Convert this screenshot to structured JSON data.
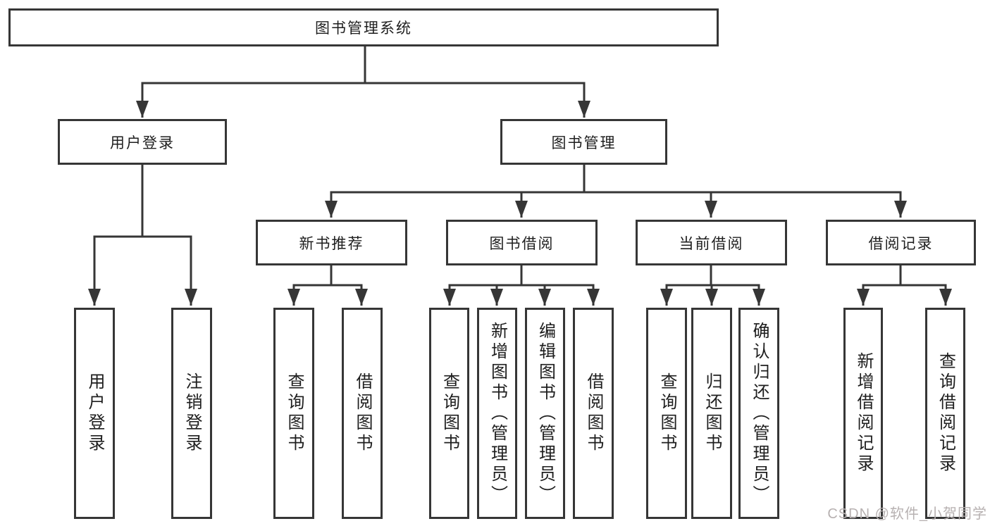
{
  "diagram": {
    "root": {
      "label": "图书管理系统"
    },
    "branches": [
      {
        "label": "用户登录",
        "children": [
          {
            "label": "用户登录"
          },
          {
            "label": "注销登录"
          }
        ]
      },
      {
        "label": "图书管理",
        "children": [
          {
            "label": "新书推荐",
            "children": [
              {
                "label": "查询图书"
              },
              {
                "label": "借阅图书"
              }
            ]
          },
          {
            "label": "图书借阅",
            "children": [
              {
                "label": "查询图书"
              },
              {
                "label": "新增图书（管理员）"
              },
              {
                "label": "编辑图书（管理员）"
              },
              {
                "label": "借阅图书"
              }
            ]
          },
          {
            "label": "当前借阅",
            "children": [
              {
                "label": "查询图书"
              },
              {
                "label": "归还图书"
              },
              {
                "label": "确认归还（管理员）"
              }
            ]
          },
          {
            "label": "借阅记录",
            "children": [
              {
                "label": "新增借阅记录"
              },
              {
                "label": "查询借阅记录"
              }
            ]
          }
        ]
      }
    ],
    "watermark": "CSDN @软件_小贺同学",
    "colors": {
      "line": "#363636",
      "box_border": "#363636",
      "text": "#1e1e1e",
      "watermark": "#b7b1b1",
      "background": "#ffffff"
    }
  }
}
